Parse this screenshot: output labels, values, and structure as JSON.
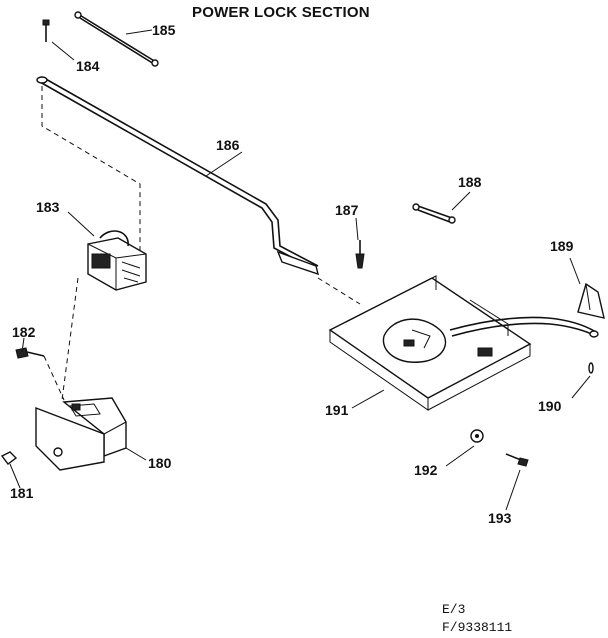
{
  "title": "POWER LOCK SECTION",
  "callouts": {
    "p180": "180",
    "p181": "181",
    "p182": "182",
    "p183": "183",
    "p184": "184",
    "p185": "185",
    "p186": "186",
    "p187": "187",
    "p188": "188",
    "p189": "189",
    "p190": "190",
    "p191": "191",
    "p192": "192",
    "p193": "193"
  },
  "footer": {
    "line1": "E/3",
    "line2": "F/9338111"
  }
}
